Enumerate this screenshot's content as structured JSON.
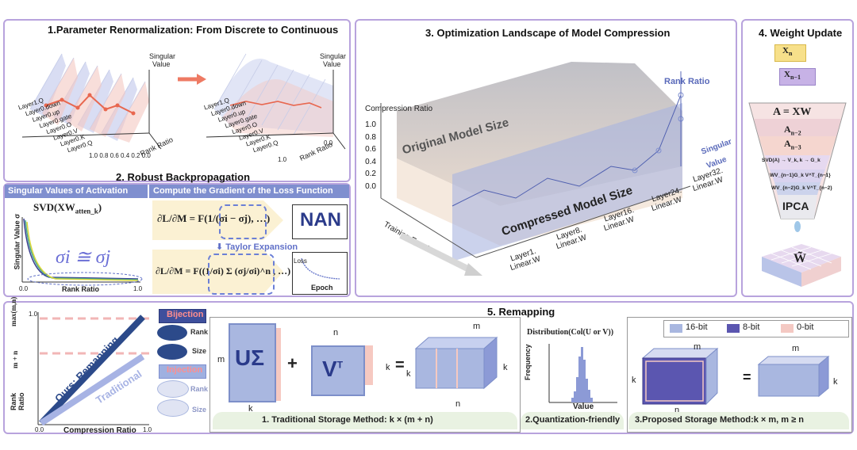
{
  "panel1": {
    "title": "1.Parameter Renormalization: From Discrete to Continuous",
    "axis_singular_1": "Singular",
    "axis_value_1": "Value",
    "axis_singular_2": "Singular",
    "axis_value_2": "Value",
    "layers": [
      "Layer1.Q",
      "Layer0.down",
      "Layer0.up",
      "Layer0.gate",
      "Layer0.O",
      "Layer0.V",
      "Layer0.K",
      "Layer0.Q"
    ],
    "ticks_left": "1.0 0.8 0.6 0.4 0.2 0.0",
    "rank_ratio": "Rank Ratio",
    "tick_one": "1.0",
    "tick_zero": "0.0"
  },
  "panel2": {
    "title": "2. Robust Backpropagation",
    "left_header": "Singular Values of Activation",
    "right_header": "Compute the Gradient of the Loss Function",
    "svd_label": "SVD(XW",
    "svd_sub": "atten_k",
    "svd_close": ")",
    "yaxis": "Singular Value σ",
    "sigma_eq": "σi ≅ σj",
    "xaxis": "Rank Ratio",
    "x0": "0.0",
    "x1": "1.0",
    "nan": "NAN",
    "taylor": "Taylor Expansion",
    "loss": "Loss",
    "epoch": "Epoch",
    "eq1": "∂L/∂M = F(1/(σi − σj), …)",
    "eq2": "∂L/∂M = F((1/σi) Σ (σj/σi)^n , …)"
  },
  "panel3": {
    "title": "3. Optimization Landscape of Model Compression",
    "compression_ratio": "Compression Ratio",
    "yticks": [
      "1.0",
      "0.8",
      "0.6",
      "0.4",
      "0.2",
      "0.0"
    ],
    "original": "Original Model Size",
    "compressed": "Compressed Model Size",
    "rank_ratio": "Rank Ratio",
    "singular": "Singular",
    "value": "Value",
    "training_epoch": "Training Epoch",
    "layers": [
      {
        "a": "Layer1.",
        "b": "Linear.W"
      },
      {
        "a": "Layer8.",
        "b": "Linear.W"
      },
      {
        "a": "Layer16.",
        "b": "Linear.W"
      },
      {
        "a": "Layer24.",
        "b": "Linear.W"
      },
      {
        "a": "Layer32.",
        "b": "Linear.W"
      }
    ]
  },
  "panel4": {
    "title": "4. Weight Update",
    "xn": "X",
    "xn_sub": "n",
    "xn1": "X",
    "xn1_sub": "n−1",
    "axw": "A = XW",
    "an2": "A",
    "an2_sub": "n−2",
    "an3": "A",
    "an3_sub": "n−3",
    "svd": "SVD(A) → V_k, k → G_k",
    "wv1": "WV_{n−1}G_k V^T_{n−1}",
    "wv2": "WV_{n−2}G_k V^T_{n−2}",
    "ipca": "IPCA",
    "w": "W̃"
  },
  "panel5": {
    "title": "5. Remapping",
    "y_top": "1.0",
    "y_max": "max(m,n)",
    "y_mn": "m + n",
    "y_rank": "Rank",
    "y_ratio": "Ratio",
    "x0": "0.0",
    "x1": "1.0",
    "xaxis": "Compression Ratio",
    "ours": "Ours: Remapping",
    "traditional": "Traditional",
    "bijection": "Bijection",
    "injection": "Injection",
    "rank": "Rank",
    "size": "Size",
    "rank2": "Rank",
    "size2": "Size",
    "m1": "m",
    "usigma": "UΣ",
    "k1": "k",
    "plus": "+",
    "n1": "n",
    "vt": "V",
    "vt_sup": "T",
    "k2": "k",
    "eq": "=",
    "m2": "m",
    "k3": "k",
    "k4": "k",
    "n2": "n",
    "cap1": "1. Traditional Storage Method: k × (m + n)",
    "dist_title": "Distribution(Col(U or V))",
    "freq": "Frequency",
    "value": "Value",
    "cap2": "2.Quantization-friendly",
    "legend": [
      "16-bit",
      "8-bit",
      "0-bit"
    ],
    "legend_colors": [
      "#a9b7e0",
      "#5b56b0",
      "#f4c9c3"
    ],
    "m3": "m",
    "k5": "k",
    "n3": "n",
    "eq2": "=",
    "m4": "m",
    "k6": "k",
    "cap3": "3.Proposed Storage Method:k × m, m ≥ n"
  }
}
